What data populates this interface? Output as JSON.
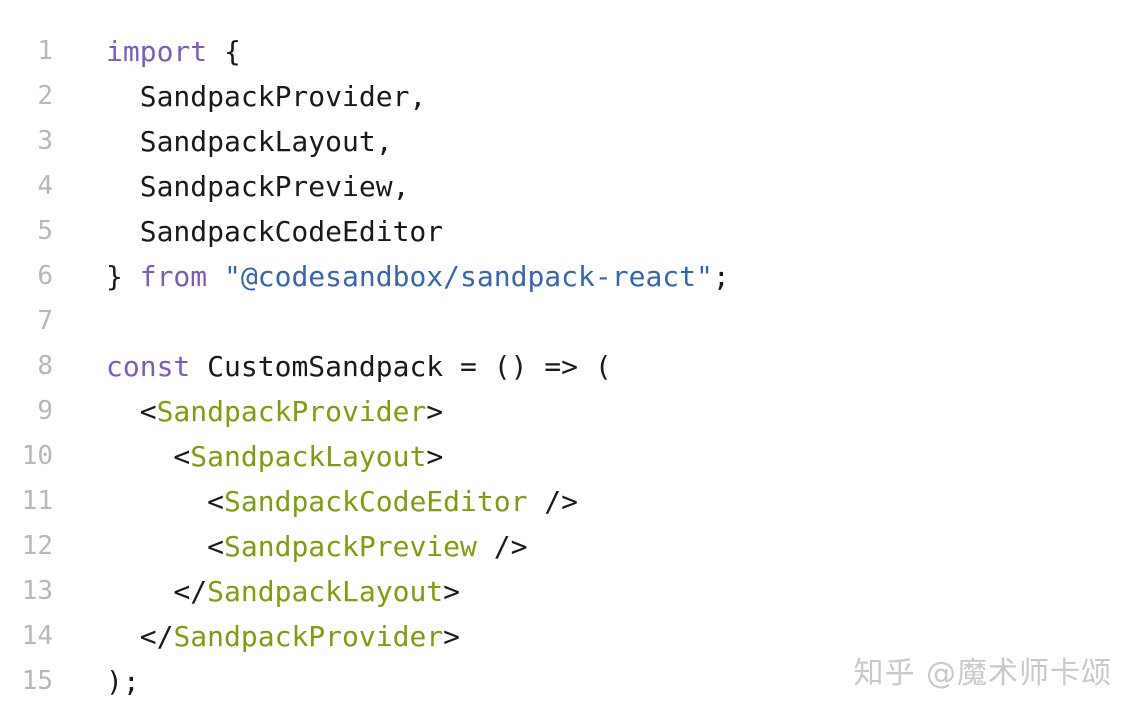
{
  "editor": {
    "lines": [
      {
        "num": "1",
        "tokens": [
          {
            "t": "import",
            "c": "kw"
          },
          {
            "t": " {",
            "c": "punc"
          }
        ]
      },
      {
        "num": "2",
        "tokens": [
          {
            "t": "  SandpackProvider,",
            "c": "punc"
          }
        ]
      },
      {
        "num": "3",
        "tokens": [
          {
            "t": "  SandpackLayout,",
            "c": "punc"
          }
        ]
      },
      {
        "num": "4",
        "tokens": [
          {
            "t": "  SandpackPreview,",
            "c": "punc"
          }
        ]
      },
      {
        "num": "5",
        "tokens": [
          {
            "t": "  SandpackCodeEditor",
            "c": "punc"
          }
        ]
      },
      {
        "num": "6",
        "tokens": [
          {
            "t": "} ",
            "c": "punc"
          },
          {
            "t": "from",
            "c": "kw"
          },
          {
            "t": " ",
            "c": "punc"
          },
          {
            "t": "\"@codesandbox/sandpack-react\"",
            "c": "str"
          },
          {
            "t": ";",
            "c": "punc"
          }
        ]
      },
      {
        "num": "7",
        "tokens": [
          {
            "t": "",
            "c": "punc"
          }
        ]
      },
      {
        "num": "8",
        "tokens": [
          {
            "t": "const",
            "c": "kw"
          },
          {
            "t": " CustomSandpack = () => (",
            "c": "punc"
          }
        ]
      },
      {
        "num": "9",
        "tokens": [
          {
            "t": "  <",
            "c": "punc"
          },
          {
            "t": "SandpackProvider",
            "c": "tag"
          },
          {
            "t": ">",
            "c": "punc"
          }
        ]
      },
      {
        "num": "10",
        "tokens": [
          {
            "t": "    <",
            "c": "punc"
          },
          {
            "t": "SandpackLayout",
            "c": "tag"
          },
          {
            "t": ">",
            "c": "punc"
          }
        ]
      },
      {
        "num": "11",
        "tokens": [
          {
            "t": "      <",
            "c": "punc"
          },
          {
            "t": "SandpackCodeEditor",
            "c": "tag"
          },
          {
            "t": " />",
            "c": "punc"
          }
        ]
      },
      {
        "num": "12",
        "tokens": [
          {
            "t": "      <",
            "c": "punc"
          },
          {
            "t": "SandpackPreview",
            "c": "tag"
          },
          {
            "t": " />",
            "c": "punc"
          }
        ]
      },
      {
        "num": "13",
        "tokens": [
          {
            "t": "    </",
            "c": "punc"
          },
          {
            "t": "SandpackLayout",
            "c": "tag"
          },
          {
            "t": ">",
            "c": "punc"
          }
        ]
      },
      {
        "num": "14",
        "tokens": [
          {
            "t": "  </",
            "c": "punc"
          },
          {
            "t": "SandpackProvider",
            "c": "tag"
          },
          {
            "t": ">",
            "c": "punc"
          }
        ]
      },
      {
        "num": "15",
        "tokens": [
          {
            "t": ");",
            "c": "punc"
          }
        ]
      }
    ]
  },
  "watermark": {
    "text": "知乎 @魔术师卡颂"
  },
  "colors": {
    "keyword": "#7d5cc0",
    "string": "#3565b3",
    "tag": "#7e9e10",
    "text": "#1a1a1a",
    "line_number": "#b8b8b8",
    "watermark": "#c9c9c9"
  }
}
